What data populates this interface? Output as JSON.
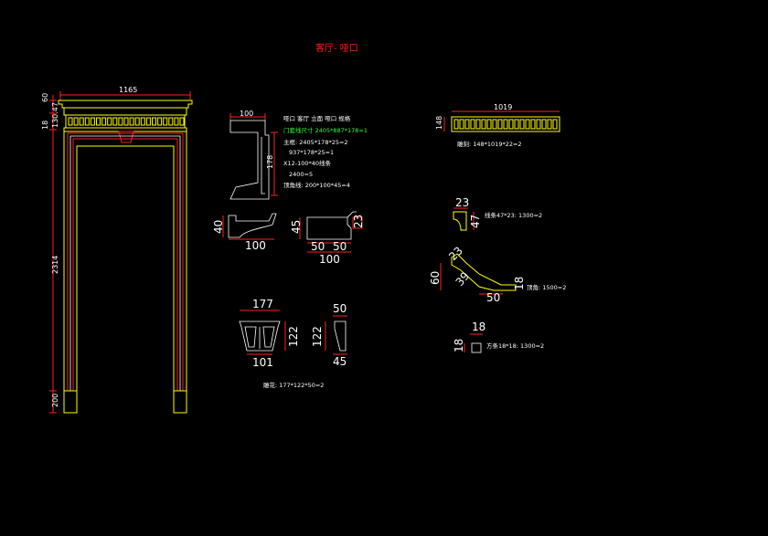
{
  "title": "客厅- 哑口",
  "main_dims": {
    "width": "1165",
    "top_small_1": "60",
    "top_small_2": "130.47",
    "top_small_3": "18",
    "height": "2314",
    "base": "200"
  },
  "notes": [
    "哑口 客厅 立面 哑口 规格",
    "门套线尺寸 2405*887*178=1",
    "主框: 2405*178*25=2",
    "937*178*25=1",
    "X12-100*40线条",
    "2400=5",
    "顶角线: 200*100*45=4"
  ],
  "profile_a": {
    "top": "100",
    "side": "178"
  },
  "profile_b": {
    "h": "40",
    "w": "100"
  },
  "profile_c": {
    "h": "45",
    "a": "50",
    "b": "50",
    "total": "100",
    "r": "23"
  },
  "corbel": {
    "top": "177",
    "bottom": "101",
    "h1": "122",
    "h2": "122",
    "w": "50",
    "d": "45",
    "note": "雕花: 177*122*50=2"
  },
  "frieze": {
    "w": "1019",
    "h": "148",
    "note": "雕刻: 148*1019*22=2"
  },
  "mould_1": {
    "w": "23",
    "h": "47",
    "note": "线条47*23: 1300=2"
  },
  "mould_2": {
    "a": "23",
    "h": "60",
    "d": "39",
    "w": "50",
    "t": "18",
    "note": "顶角: 1500=2"
  },
  "mould_3": {
    "w": "18",
    "h": "18",
    "note": "方条18*18: 1300=2"
  }
}
